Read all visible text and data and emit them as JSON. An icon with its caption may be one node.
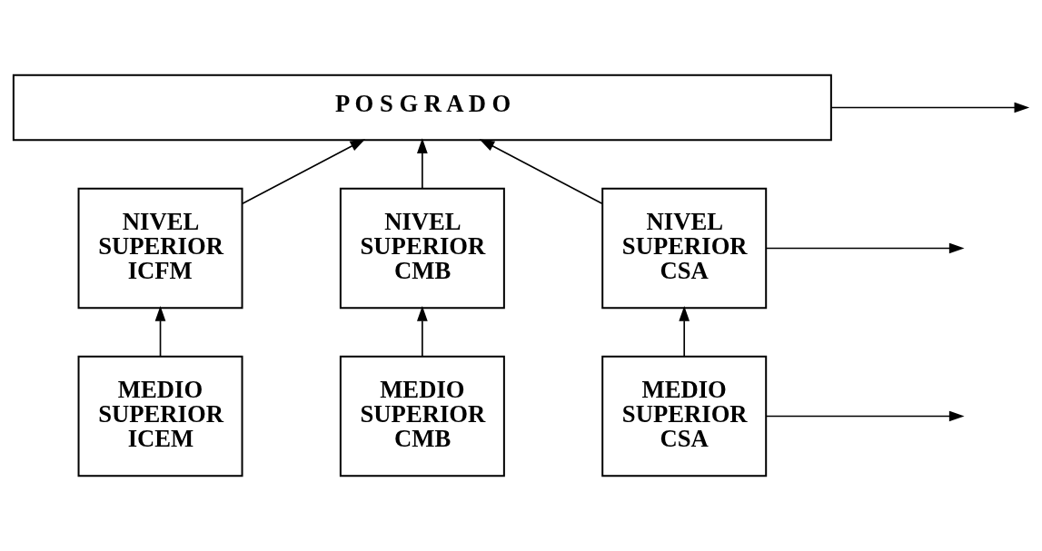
{
  "diagram": {
    "nodes": [
      {
        "text": [
          "P O S G R A D O"
        ]
      },
      {
        "text": [
          "NIVEL SUPERIOR ICFM"
        ]
      },
      {
        "text": [
          "NIVEL SUPERIOR CMB"
        ]
      },
      {
        "text": [
          "NIVEL SUPERIOR CSA"
        ]
      },
      {
        "text": [
          "MEDIO SUPERIOR ICEM"
        ]
      },
      {
        "text": [
          "MEDIO SUPERIOR CMB"
        ]
      },
      {
        "text": [
          "MEDIO SUPERIOR CSA"
        ]
      }
    ],
    "edges": [
      {
        "from": 1,
        "to": 0,
        "arrow": "to"
      },
      {
        "from": 2,
        "to": 0,
        "arrow": "to"
      },
      {
        "from": 3,
        "to": 0,
        "arrow": "to"
      },
      {
        "from": 0,
        "to": null,
        "arrow": "to"
      },
      {
        "from": 4,
        "to": 1,
        "arrow": "to"
      },
      {
        "from": 5,
        "to": 2,
        "arrow": "to"
      },
      {
        "from": 6,
        "to": 3,
        "arrow": "to"
      },
      {
        "from": 3,
        "to": null,
        "arrow": "to"
      },
      {
        "from": 6,
        "to": null,
        "arrow": "to"
      }
    ]
  }
}
